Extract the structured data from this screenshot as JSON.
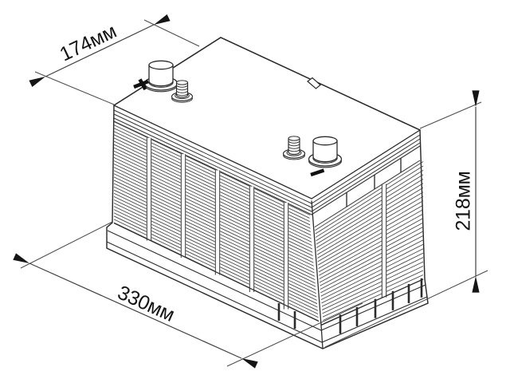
{
  "diagram": {
    "dimensions": {
      "width": {
        "label": "174мм",
        "value": 174,
        "unit": "мм"
      },
      "length": {
        "label": "330мм",
        "value": 330,
        "unit": "мм"
      },
      "height": {
        "label": "218мм",
        "value": 218,
        "unit": "мм"
      }
    },
    "terminals": {
      "positive_mark": "+",
      "negative_mark": "−",
      "positive_icon": "plus-terminal-mark-icon",
      "negative_icon": "minus-terminal-mark-icon"
    },
    "colors": {
      "background": "#ffffff",
      "line": "#2b2b2b",
      "dimension_line": "#3f3f3f",
      "text": "#141414"
    }
  }
}
